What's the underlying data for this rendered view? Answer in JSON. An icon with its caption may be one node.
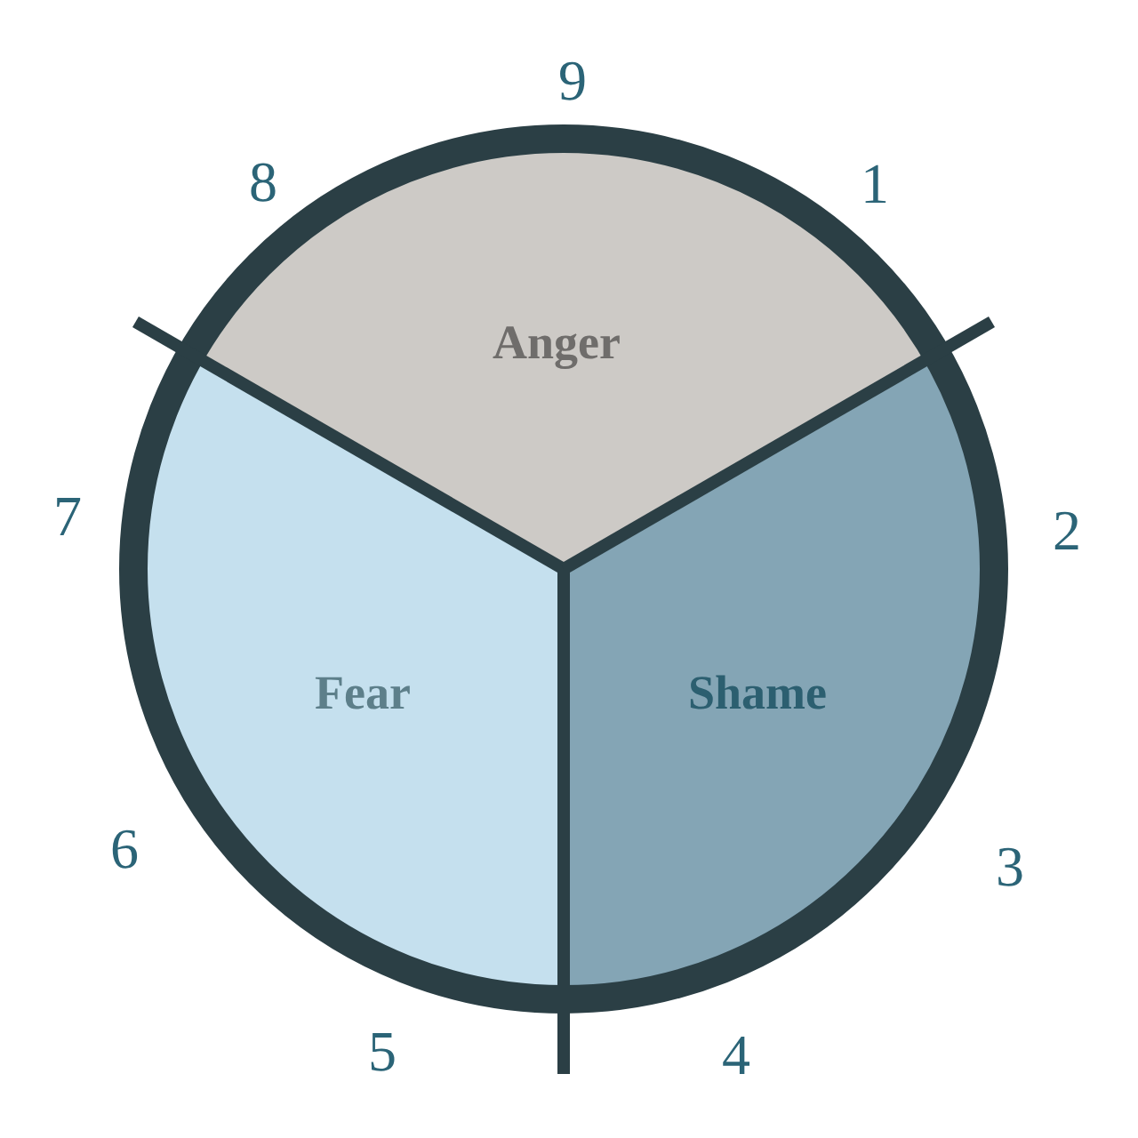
{
  "diagram": {
    "nodes": [
      {
        "text": [
          "Anger"
        ]
      },
      {
        "text": [
          "Fear"
        ]
      },
      {
        "text": [
          "Shame"
        ]
      }
    ],
    "labels": [
      "9",
      "1",
      "2",
      "3",
      "4",
      "5",
      "6",
      "7",
      "8"
    ]
  }
}
